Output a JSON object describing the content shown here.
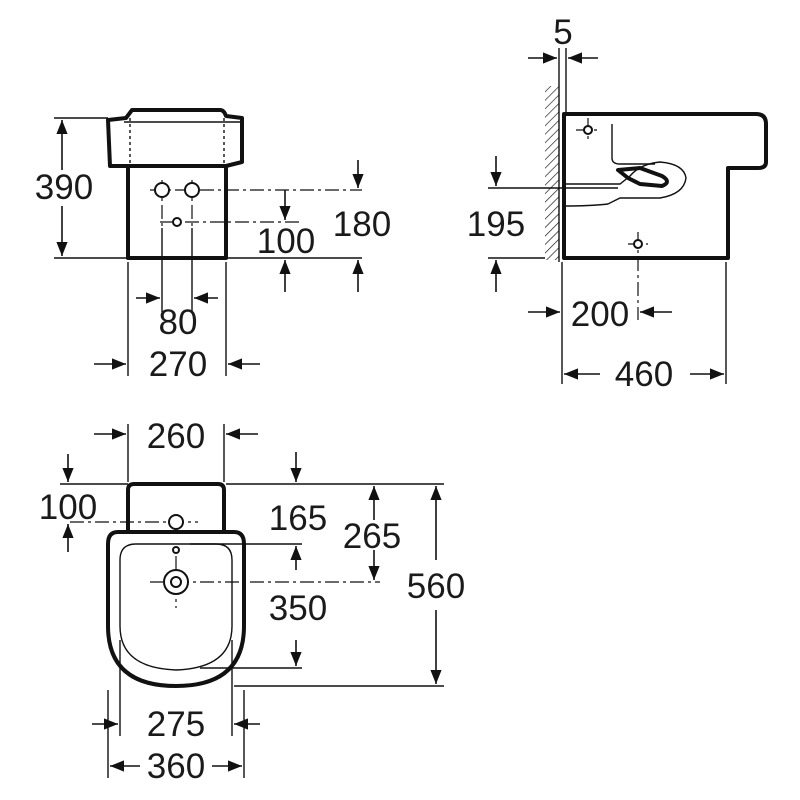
{
  "front_view": {
    "dim_height": "390",
    "dim_180": "180",
    "dim_100": "100",
    "dim_80": "80",
    "dim_width": "270"
  },
  "side_view": {
    "dim_wall": "5",
    "dim_195": "195",
    "dim_200": "200",
    "dim_460": "460"
  },
  "top_view": {
    "dim_260": "260",
    "dim_100": "100",
    "dim_165": "165",
    "dim_265": "265",
    "dim_560": "560",
    "dim_350": "350",
    "dim_275": "275",
    "dim_360": "360"
  }
}
